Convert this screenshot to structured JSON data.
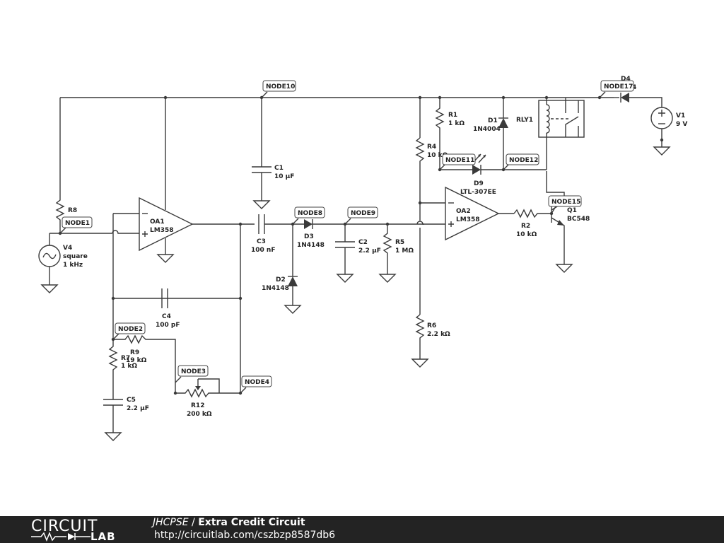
{
  "footer": {
    "logo_top": "CIRCUIT",
    "logo_bottom": "LAB",
    "author": "JHCPSE",
    "separator": " / ",
    "title": "Extra Credit Circuit",
    "url": "http://circuitlab.com/cszbzp8587db6"
  },
  "nodes": {
    "n1": "NODE1",
    "n2": "NODE2",
    "n3": "NODE3",
    "n4": "NODE4",
    "n8": "NODE8",
    "n9": "NODE9",
    "n10": "NODE10",
    "n11": "NODE11",
    "n12": "NODE12",
    "n15": "NODE15",
    "n17": "NODE17"
  },
  "components": {
    "r1": {
      "name": "R1",
      "value": "1 kΩ"
    },
    "r2": {
      "name": "R2",
      "value": "10 kΩ"
    },
    "r4": {
      "name": "R4",
      "value": "10 kΩ"
    },
    "r5": {
      "name": "R5",
      "value": "1 MΩ"
    },
    "r6": {
      "name": "R6",
      "value": "2.2 kΩ"
    },
    "r7": {
      "name": "R7",
      "value": "1 kΩ"
    },
    "r8": {
      "name": "R8"
    },
    "r9": {
      "name": "R9",
      "value": "19 kΩ"
    },
    "r12": {
      "name": "R12",
      "value": "200 kΩ"
    },
    "c1": {
      "name": "C1",
      "value": "10 µF"
    },
    "c2": {
      "name": "C2",
      "value": "2.2 µF"
    },
    "c3": {
      "name": "C3",
      "value": "100 nF"
    },
    "c4": {
      "name": "C4",
      "value": "100 pF"
    },
    "c5": {
      "name": "C5",
      "value": "2.2 µF"
    },
    "d1": {
      "name": "D1",
      "value": "1N4004"
    },
    "d2": {
      "name": "D2",
      "value": "1N4148"
    },
    "d3": {
      "name": "D3",
      "value": "1N4148"
    },
    "d4": {
      "name": "D4",
      "value": "4"
    },
    "d9": {
      "name": "D9",
      "value": "LTL-307EE"
    },
    "oa1": {
      "name": "OA1",
      "value": "LM358"
    },
    "oa2": {
      "name": "OA2",
      "value": "LM358"
    },
    "q1": {
      "name": "Q1",
      "value": "BC548"
    },
    "rly1": {
      "name": "RLY1"
    },
    "v1": {
      "name": "V1",
      "value": "9 V"
    },
    "v4": {
      "name": "V4",
      "wave": "square",
      "value": "1 kHz"
    }
  }
}
